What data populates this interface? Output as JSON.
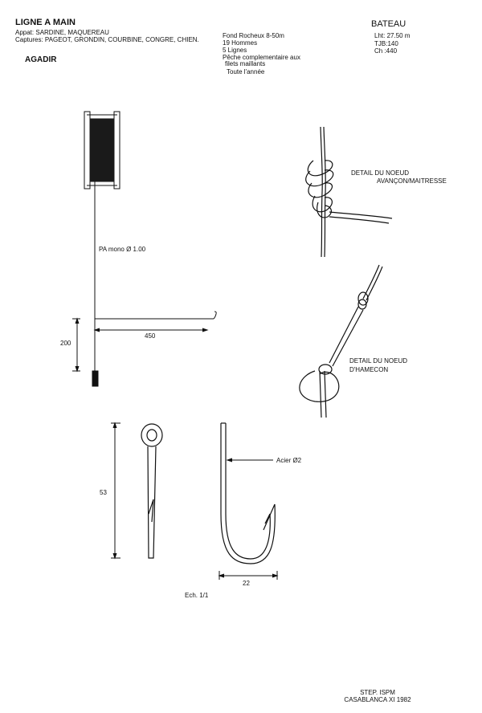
{
  "header": {
    "title": "LIGNE  A  MAIN",
    "appat": "Appat: SARDINE, MAQUEREAU",
    "captures": "Captures: PAGEOT, GRONDIN, COURBINE, CONGRE, CHIEN.",
    "location": "AGADIR"
  },
  "fishing_info": {
    "lines": [
      "Fond Rocheux  8-50m",
      "19 Hommes",
      "5 Lignes",
      "Pêche complementaire aux",
      "filets maillants",
      "Toute l'année"
    ]
  },
  "boat": {
    "title": "BATEAU",
    "lht": "Lht: 27.50 m",
    "tjb": "TJB:140",
    "ch": "Ch :440"
  },
  "line_drawing": {
    "line_label": "PA mono Ø 1.00",
    "dim_200": "200",
    "dim_450": "450"
  },
  "details": {
    "knot1_line1": "DETAIL DU NOEUD",
    "knot1_line2": "AVANÇON/MAITRESSE",
    "knot2_line1": "DETAIL DU NOEUD",
    "knot2_line2": "D'HAMECON"
  },
  "hook_drawing": {
    "dim_53": "53",
    "dim_22": "22",
    "material": "Acier Ø2",
    "scale": "Ech. 1/1"
  },
  "footer": {
    "line1": "STEP. ISPM",
    "line2": "CASABLANCA  XI  1982"
  }
}
